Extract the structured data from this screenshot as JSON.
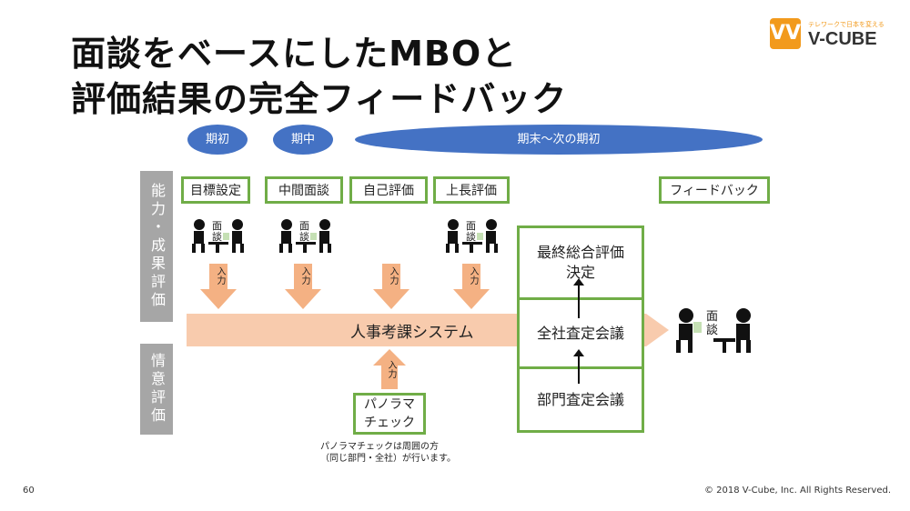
{
  "slide": {
    "title_line1": "面談をベースにしたMBOと",
    "title_line2": "評価結果の完全フィードバック",
    "page_number": "60",
    "copyright": "© 2018 V-Cube, Inc. All Rights Reserved."
  },
  "logo": {
    "mark": "VV",
    "tagline": "テレワークで日本を変える",
    "name": "V-CUBE"
  },
  "phases": [
    "期初",
    "期中",
    "期末～次の期初"
  ],
  "sidebar": {
    "top": "能力・成果評価",
    "bottom": "情意評価"
  },
  "steps": [
    "目標設定",
    "中間面談",
    "自己評価",
    "上長評価",
    "フィードバック"
  ],
  "meeting_label": "面談",
  "input_label": "入力",
  "system_label": "人事考課システム",
  "evaluation": {
    "final": "最終総合評価決定",
    "company": "全社査定会議",
    "department": "部門査定会議"
  },
  "panorama": {
    "box_line1": "パノラマ",
    "box_line2": "チェック",
    "note_line1": "パノラマチェックは周囲の方",
    "note_line2": "（同じ部門・全社）が行います。"
  },
  "colors": {
    "phase_blue": "#4472c4",
    "box_green": "#70ad47",
    "arrow_orange": "#f4b183",
    "system_bar": "#f8cbad",
    "sidebar_gray": "#a6a6a6",
    "logo_orange": "#f29a1c"
  }
}
